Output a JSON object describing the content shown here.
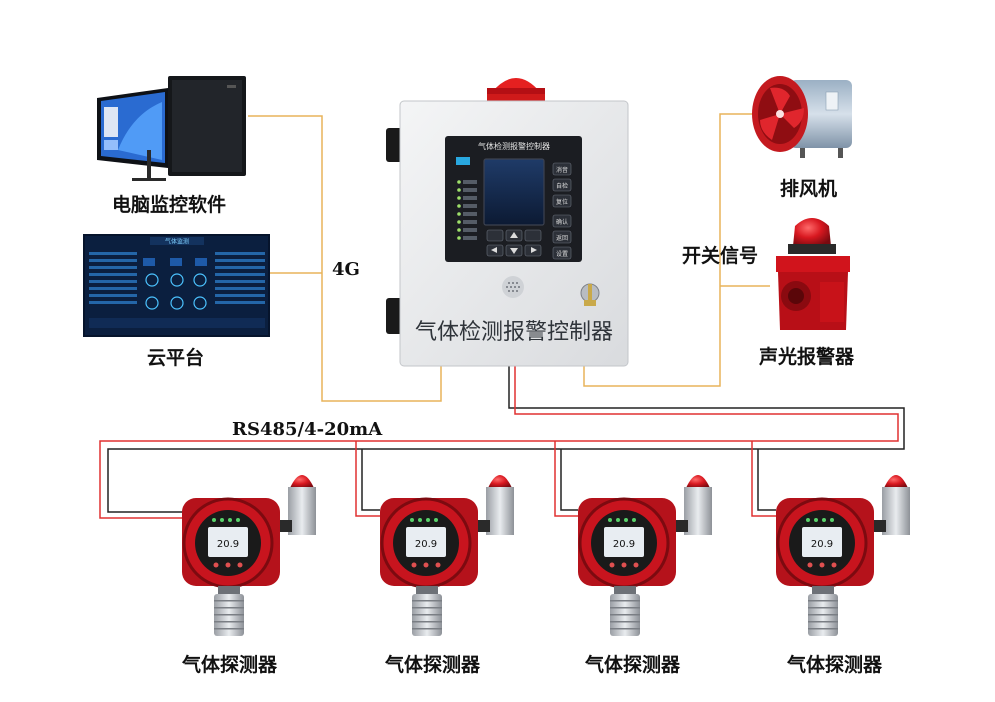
{
  "computer": {
    "label": "电脑监控软件"
  },
  "cloud": {
    "label": "云平台",
    "screen_title": "气体监测"
  },
  "link_4g": {
    "label": "4G"
  },
  "controller": {
    "panel_title": "气体检测报警控制器",
    "front_label": "气体检测报警控制器",
    "key_labels": [
      "消音",
      "自检",
      "复位",
      "确认",
      "返回",
      "设置"
    ]
  },
  "fan": {
    "label": "排风机"
  },
  "switch_signal": {
    "label": "开关信号"
  },
  "alarm": {
    "label": "声光报警器"
  },
  "bus": {
    "label": "RS485/4-20mA"
  },
  "detectors": [
    {
      "label": "气体探测器",
      "reading": "20.9"
    },
    {
      "label": "气体探测器",
      "reading": "20.9"
    },
    {
      "label": "气体探测器",
      "reading": "20.9"
    },
    {
      "label": "气体探测器",
      "reading": "20.9"
    }
  ],
  "colors": {
    "wire_yellow": "#e8b45a",
    "wire_red": "#e03030",
    "wire_black": "#222222",
    "housing_red": "#c8141e",
    "cabinet_gray": "#e9eaec",
    "panel_black": "#1b1d22"
  }
}
